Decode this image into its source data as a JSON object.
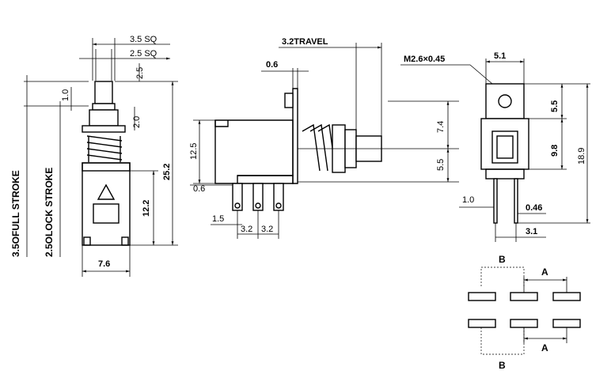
{
  "front_view": {
    "dim_3_5_sq": "3.5 SQ",
    "dim_2_5_sq": "2.5 SQ",
    "dim_2_5": "2.5",
    "dim_1_0": "1.0",
    "dim_2_0": "2.0",
    "dim_25_2": "25.2",
    "dim_12_2": "12.2",
    "dim_7_6": "7.6",
    "full_stroke": "3.5OFULL STROKE",
    "lock_stroke": "2.5OLOCK STROKE"
  },
  "side_view": {
    "travel": "3.2TRAVEL",
    "dim_0_6_top": "0.6",
    "dim_12_5": "12.5",
    "dim_0_6_bottom": "0.6",
    "dim_7_4": "7.4",
    "dim_5_5": "5.5",
    "dim_1_5": "1.5",
    "dim_3_2_a": "3.2",
    "dim_3_2_b": "3.2"
  },
  "end_view": {
    "thread": "M2.6×0.45",
    "dim_5_1": "5.1",
    "dim_5_5": "5.5",
    "dim_9_8": "9.8",
    "dim_18_9": "18.9",
    "dim_1_0": "1.0",
    "dim_0_46": "0.46",
    "dim_3_1": "3.1"
  },
  "pin_layout": {
    "label_b_top": "B",
    "label_a_top": "A",
    "label_a_bottom": "A",
    "label_b_bottom": "B"
  },
  "colors": {
    "line": "#000000",
    "background": "#ffffff"
  }
}
